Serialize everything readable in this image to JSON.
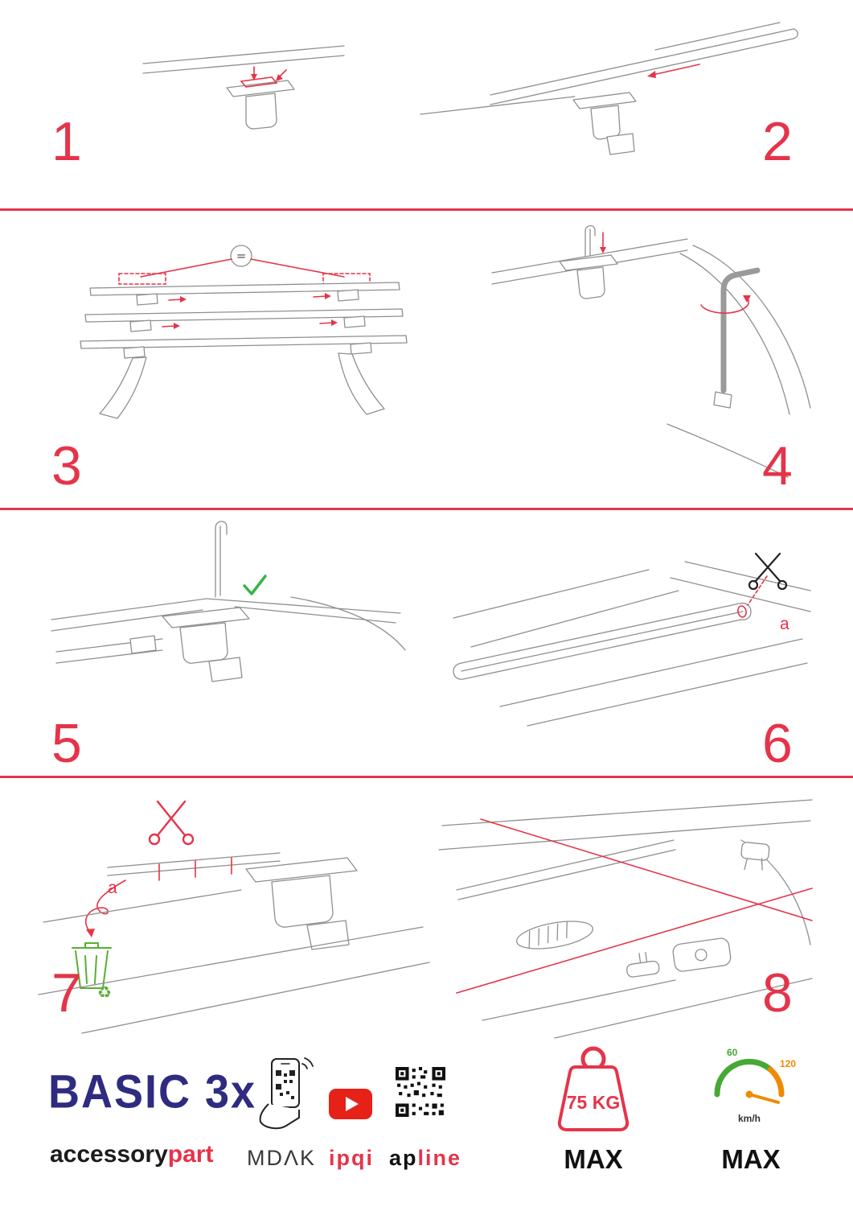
{
  "colors": {
    "accent_red": "#e5344a",
    "navy": "#2e2b80",
    "green": "#56b030",
    "orange": "#ef8b00",
    "line_gray": "#8f8f8f"
  },
  "steps": [
    {
      "number": "1"
    },
    {
      "number": "2"
    },
    {
      "number": "3"
    },
    {
      "number": "4"
    },
    {
      "number": "5"
    },
    {
      "number": "6"
    },
    {
      "number": "7"
    },
    {
      "number": "8"
    }
  ],
  "annotations": {
    "equals": "=",
    "letter_a": "a"
  },
  "icons": {
    "recycle": "♻"
  },
  "footer": {
    "product_name": "BASIC 3x",
    "brand_black": "accessory",
    "brand_red": "part",
    "mdak_label": "MDΛK",
    "ipqi_label": "ipqi",
    "apline_black": "ap",
    "apline_red": "line",
    "weight_value": "75 KG",
    "weight_max": "MAX",
    "speed_low": "60",
    "speed_high": "120",
    "speed_unit": "km/h",
    "speed_max": "MAX"
  }
}
